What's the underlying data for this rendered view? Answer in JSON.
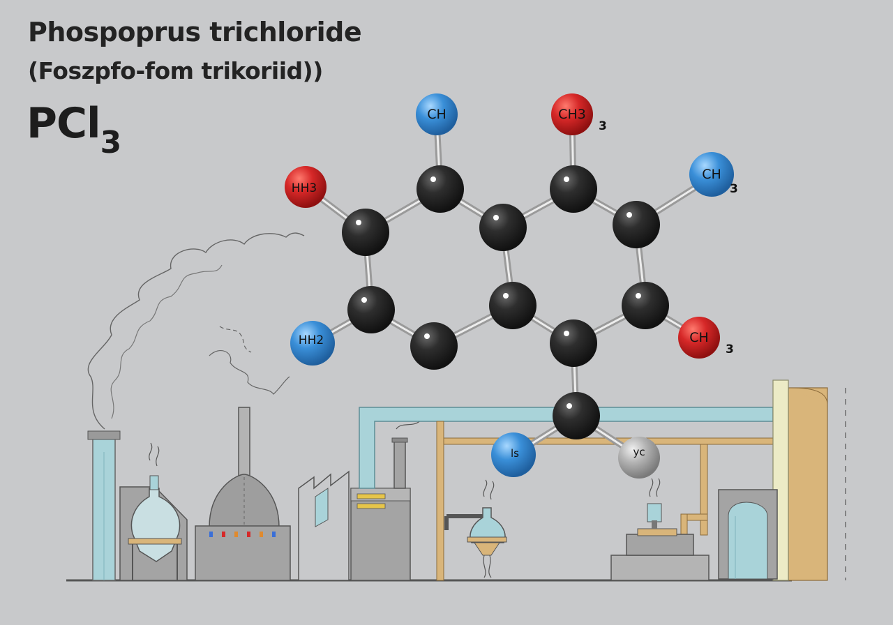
{
  "header": {
    "title": "Phospoprus trichloride",
    "subtitle": "(Foszpfo-fom trikoriid))",
    "formula_main": "PCl",
    "formula_sub": "3"
  },
  "molecule": {
    "atoms": {
      "a_top_left": {
        "label": "CH",
        "sub": ""
      },
      "a_top_right": {
        "label": "CH3",
        "sub": "3"
      },
      "a_right": {
        "label": "CH",
        "sub": "3"
      },
      "a_left": {
        "label": "HH3",
        "sub": ""
      },
      "a_bot_left": {
        "label": "HH2",
        "sub": ""
      },
      "a_bot_right": {
        "label": "CH",
        "sub": "3"
      },
      "a_tail_left": {
        "label": "ls",
        "sub": ""
      },
      "a_tail_right": {
        "label": "yc",
        "sub": ""
      }
    }
  },
  "colors": {
    "background": "#c8c9cb",
    "carbon": "#2b2b2b",
    "oxygen_red": "#d62828",
    "nitrogen_blue": "#3a8fd8",
    "grey_atom": "#a9a9a9",
    "pipe_blue": "#a9d3d9",
    "pipe_tan": "#d9b57a",
    "machine_grey": "#a4a4a4"
  }
}
